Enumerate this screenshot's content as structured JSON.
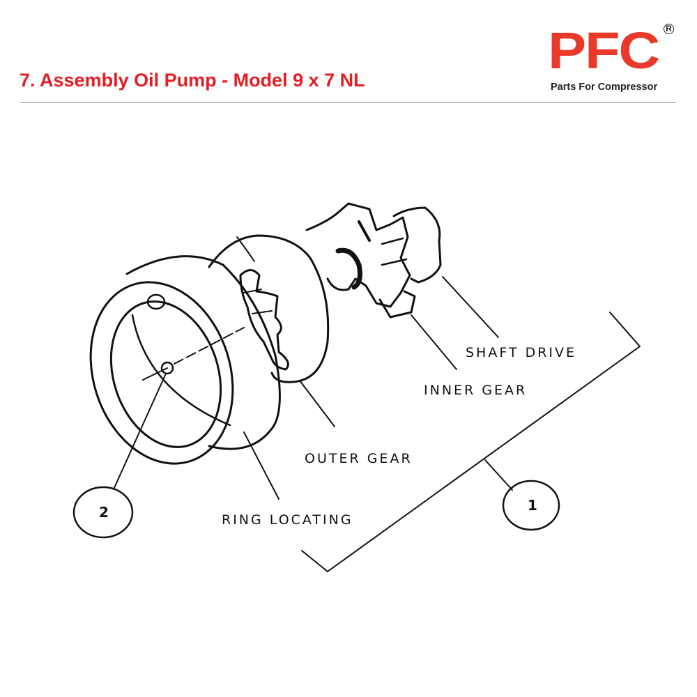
{
  "header": {
    "title": "7. Assembly Oil Pump - Model 9 x 7 NL",
    "title_color": "#e31e24"
  },
  "logo": {
    "letters": "PFC",
    "registered_mark": "R",
    "tagline": "Parts For Compressor",
    "brand_color": "#e8392b"
  },
  "diagram": {
    "labels": {
      "shaft_drive": "SHAFT DRIVE",
      "inner_gear": "INNER GEAR",
      "outer_gear": "OUTER GEAR",
      "ring_locating": "RING LOCATING"
    },
    "callouts": {
      "item_1": "1",
      "item_2": "2"
    }
  }
}
